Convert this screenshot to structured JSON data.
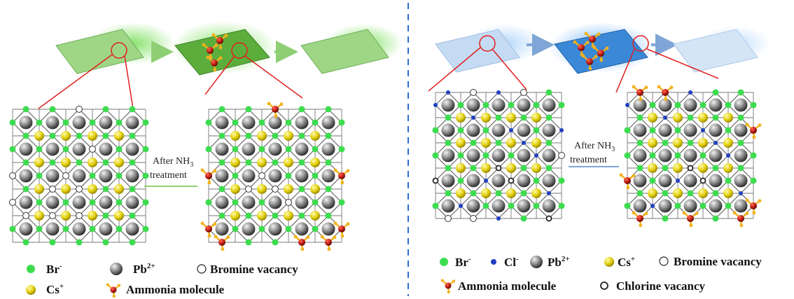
{
  "colors": {
    "bromide": "#3ddc4f",
    "chloride": "#1f3fbf",
    "lead": "#8a8a8a",
    "cesium": "#e3d10f",
    "oxygen": "#c21d12",
    "hydrogen": "#f2b21a",
    "divider": "#2e6fd1",
    "green_film": "#8fcf74",
    "blue_film": "#a9c8ec",
    "zoom_lines": "#e02020"
  },
  "left_panel": {
    "treatment_label": {
      "line1": "After NH",
      "sub": "3",
      "line2": "treatment"
    },
    "legend": {
      "br": {
        "base": "Br",
        "sup": "-"
      },
      "pb": {
        "base": "Pb",
        "sup": "2+"
      },
      "vacancy": "Bromine vacancy",
      "cs": {
        "base": "Cs",
        "sup": "+"
      },
      "ammonia": "Ammonia molecule"
    }
  },
  "right_panel": {
    "treatment_label": {
      "line1": "After NH",
      "sub": "3",
      "line2": "treatment"
    },
    "legend": {
      "br": {
        "base": "Br",
        "sup": "-"
      },
      "cl": {
        "base": "Cl",
        "sup": "-"
      },
      "pb": {
        "base": "Pb",
        "sup": "2+"
      },
      "cs": {
        "base": "Cs",
        "sup": "+"
      },
      "br_vacancy": "Bromine vacancy",
      "ammonia": "Ammonia molecule",
      "cl_vacancy": "Chlorine vacancy"
    }
  }
}
